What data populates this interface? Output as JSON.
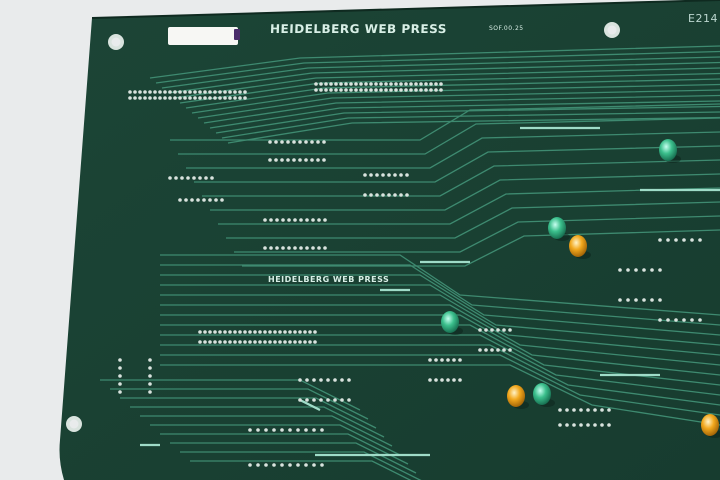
{
  "image": {
    "subject": "Green printed circuit board with white silkscreen lettering, copper traces and LEDs",
    "board": {
      "title": "HEIDELBERG WEB PRESS",
      "code": "SOF.00.25",
      "corner_label": "E214",
      "printed_center": "HEIDELBERG WEB PRESS"
    },
    "colors": {
      "background": "#e9ebec",
      "pcb": "#1f4a3a",
      "pcb_dark": "#163b2e",
      "trace": "#3e8a70",
      "trace_bright": "#9fdcc8",
      "pad": "#d9e3de",
      "led_green": "#3bbf8c",
      "led_amber": "#f2a81d"
    },
    "components": {
      "leds": [
        {
          "color": "green"
        },
        {
          "color": "green"
        },
        {
          "color": "amber"
        },
        {
          "color": "green"
        },
        {
          "color": "amber"
        },
        {
          "color": "green"
        },
        {
          "color": "amber"
        }
      ]
    }
  }
}
